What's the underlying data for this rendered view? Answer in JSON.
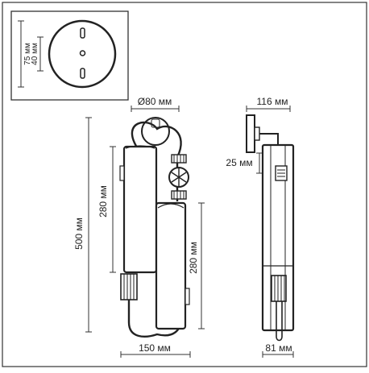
{
  "dimensions": {
    "inset_outer": "75 мм",
    "inset_inner": "40 мм",
    "diameter": "Ø80 мм",
    "total_height": "500 мм",
    "upper_tube": "280 мм",
    "lower_tube": "280 мм",
    "front_width": "150 мм",
    "side_depth": "116 мм",
    "bracket": "25 мм",
    "side_width": "81 мм"
  }
}
